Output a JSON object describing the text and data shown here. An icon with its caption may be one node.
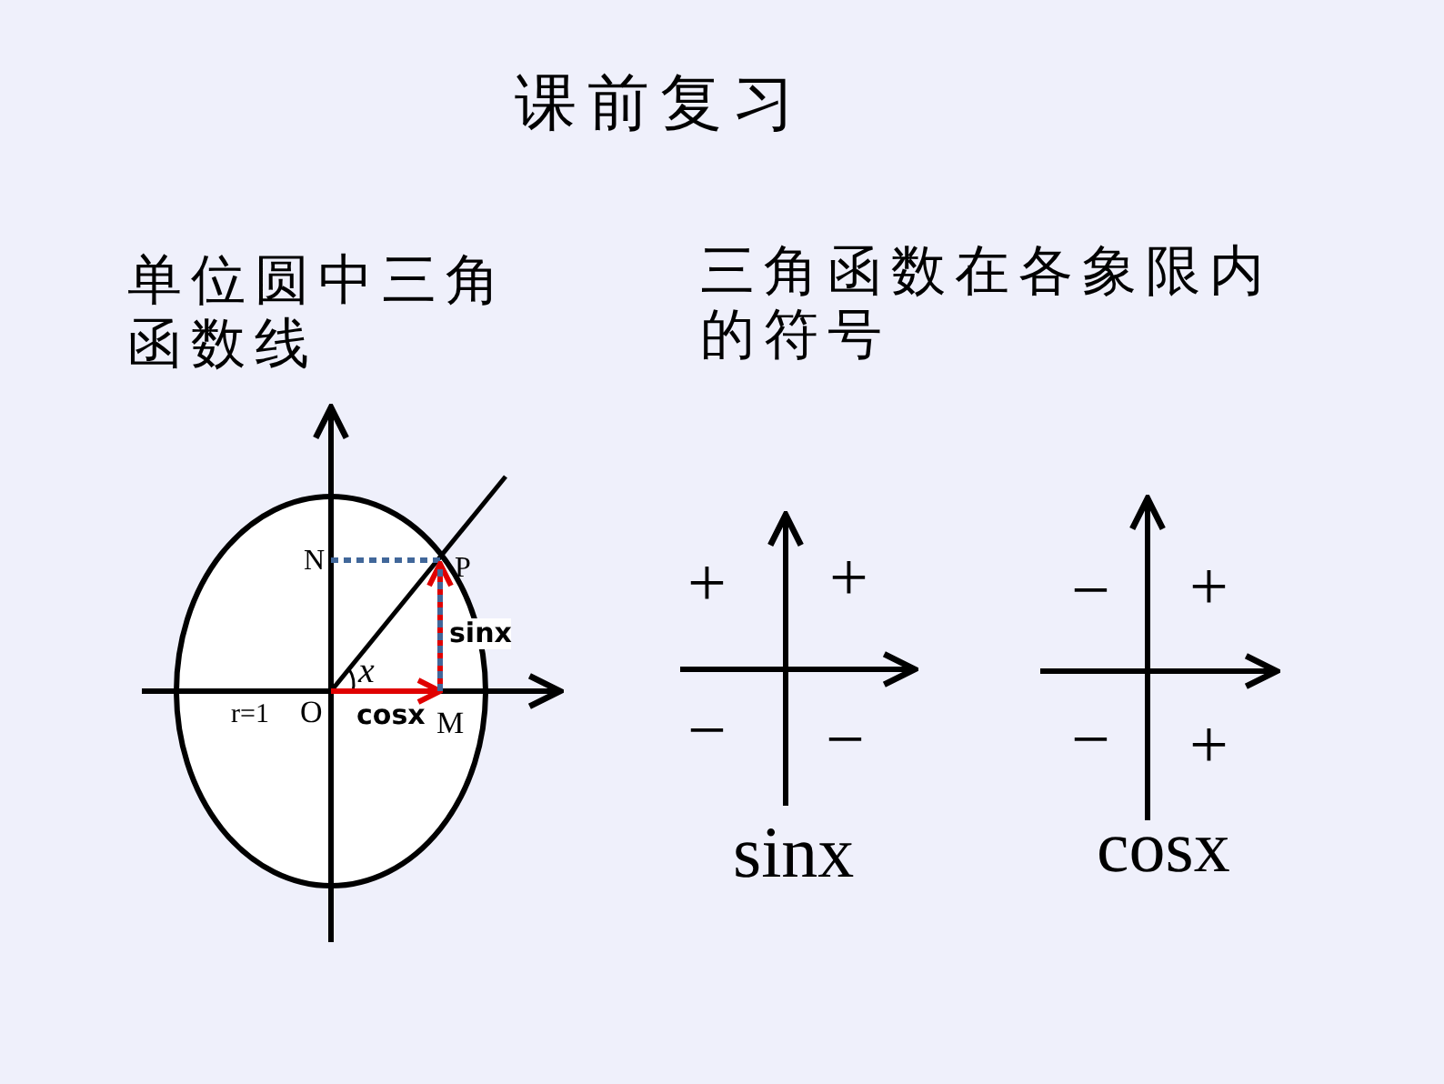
{
  "diagram": {
    "title": "课前复习",
    "labels": [
      "单位圆中三角函数线",
      "三角函数在各象限内的符号",
      "N",
      "P",
      "sinx",
      "x",
      "r=1",
      "O",
      "cosx",
      "M",
      "+",
      "+",
      "−",
      "−",
      "sinx",
      "−",
      "+",
      "−",
      "+",
      "cosx"
    ]
  }
}
